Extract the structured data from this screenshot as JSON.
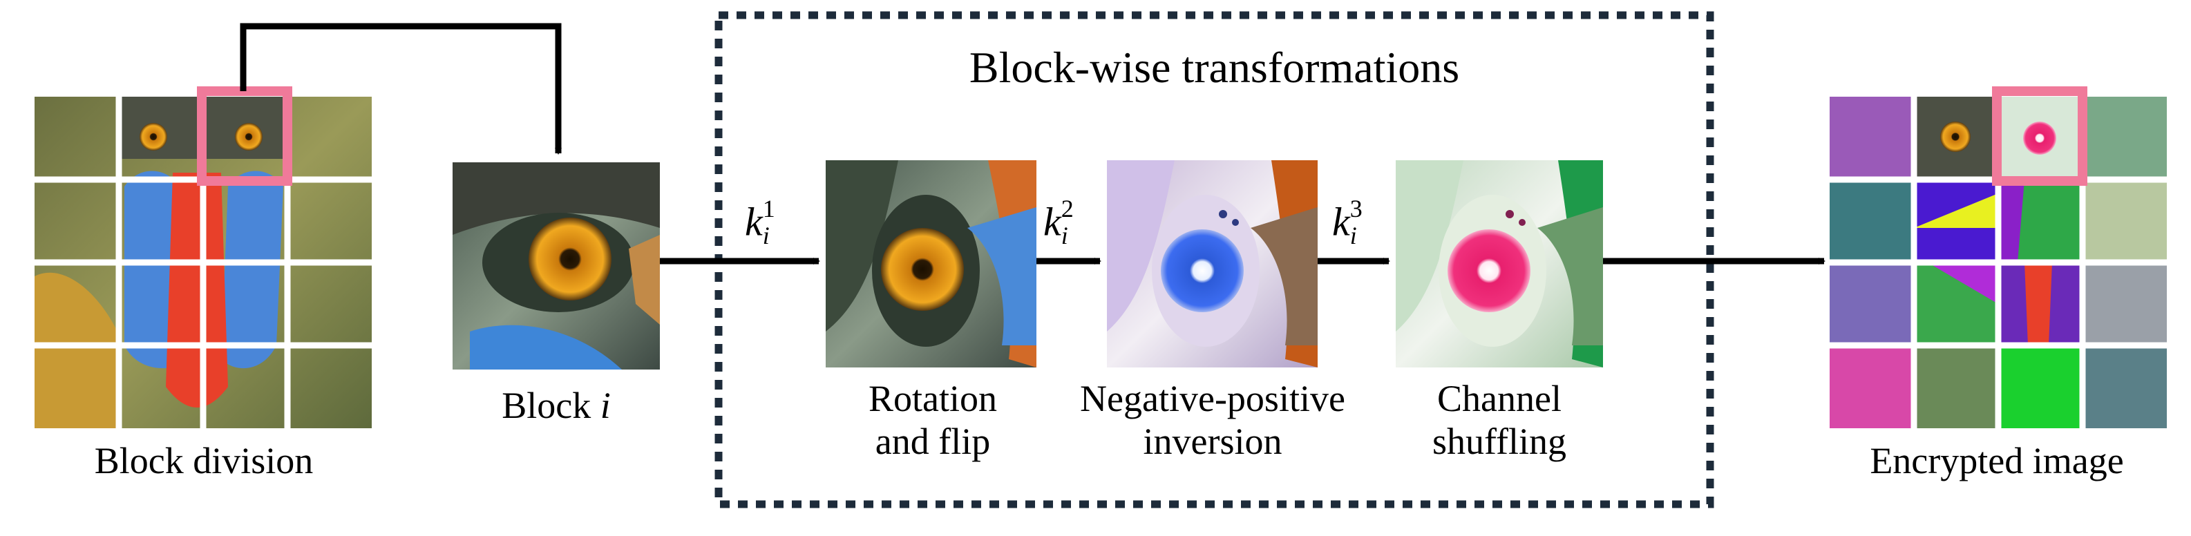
{
  "title": "Block-wise transformations",
  "labels": {
    "block_division": "Block division",
    "block_i_prefix": "Block ",
    "block_i_var": "i",
    "rotation_line1": "Rotation",
    "rotation_line2": "and flip",
    "npi_line1": "Negative-positive",
    "npi_line2": "inversion",
    "channel_line1": "Channel",
    "channel_line2": "shuffling",
    "encrypted": "Encrypted image"
  },
  "keys": [
    {
      "base": "k",
      "sub": "i",
      "sup": "1"
    },
    {
      "base": "k",
      "sub": "i",
      "sup": "2"
    },
    {
      "base": "k",
      "sub": "i",
      "sup": "3"
    }
  ],
  "colors": {
    "highlight": "#f07a9a",
    "dashed_box": "#1d2b3a",
    "arrow": "#000000",
    "grid_line": "#ffffff"
  }
}
